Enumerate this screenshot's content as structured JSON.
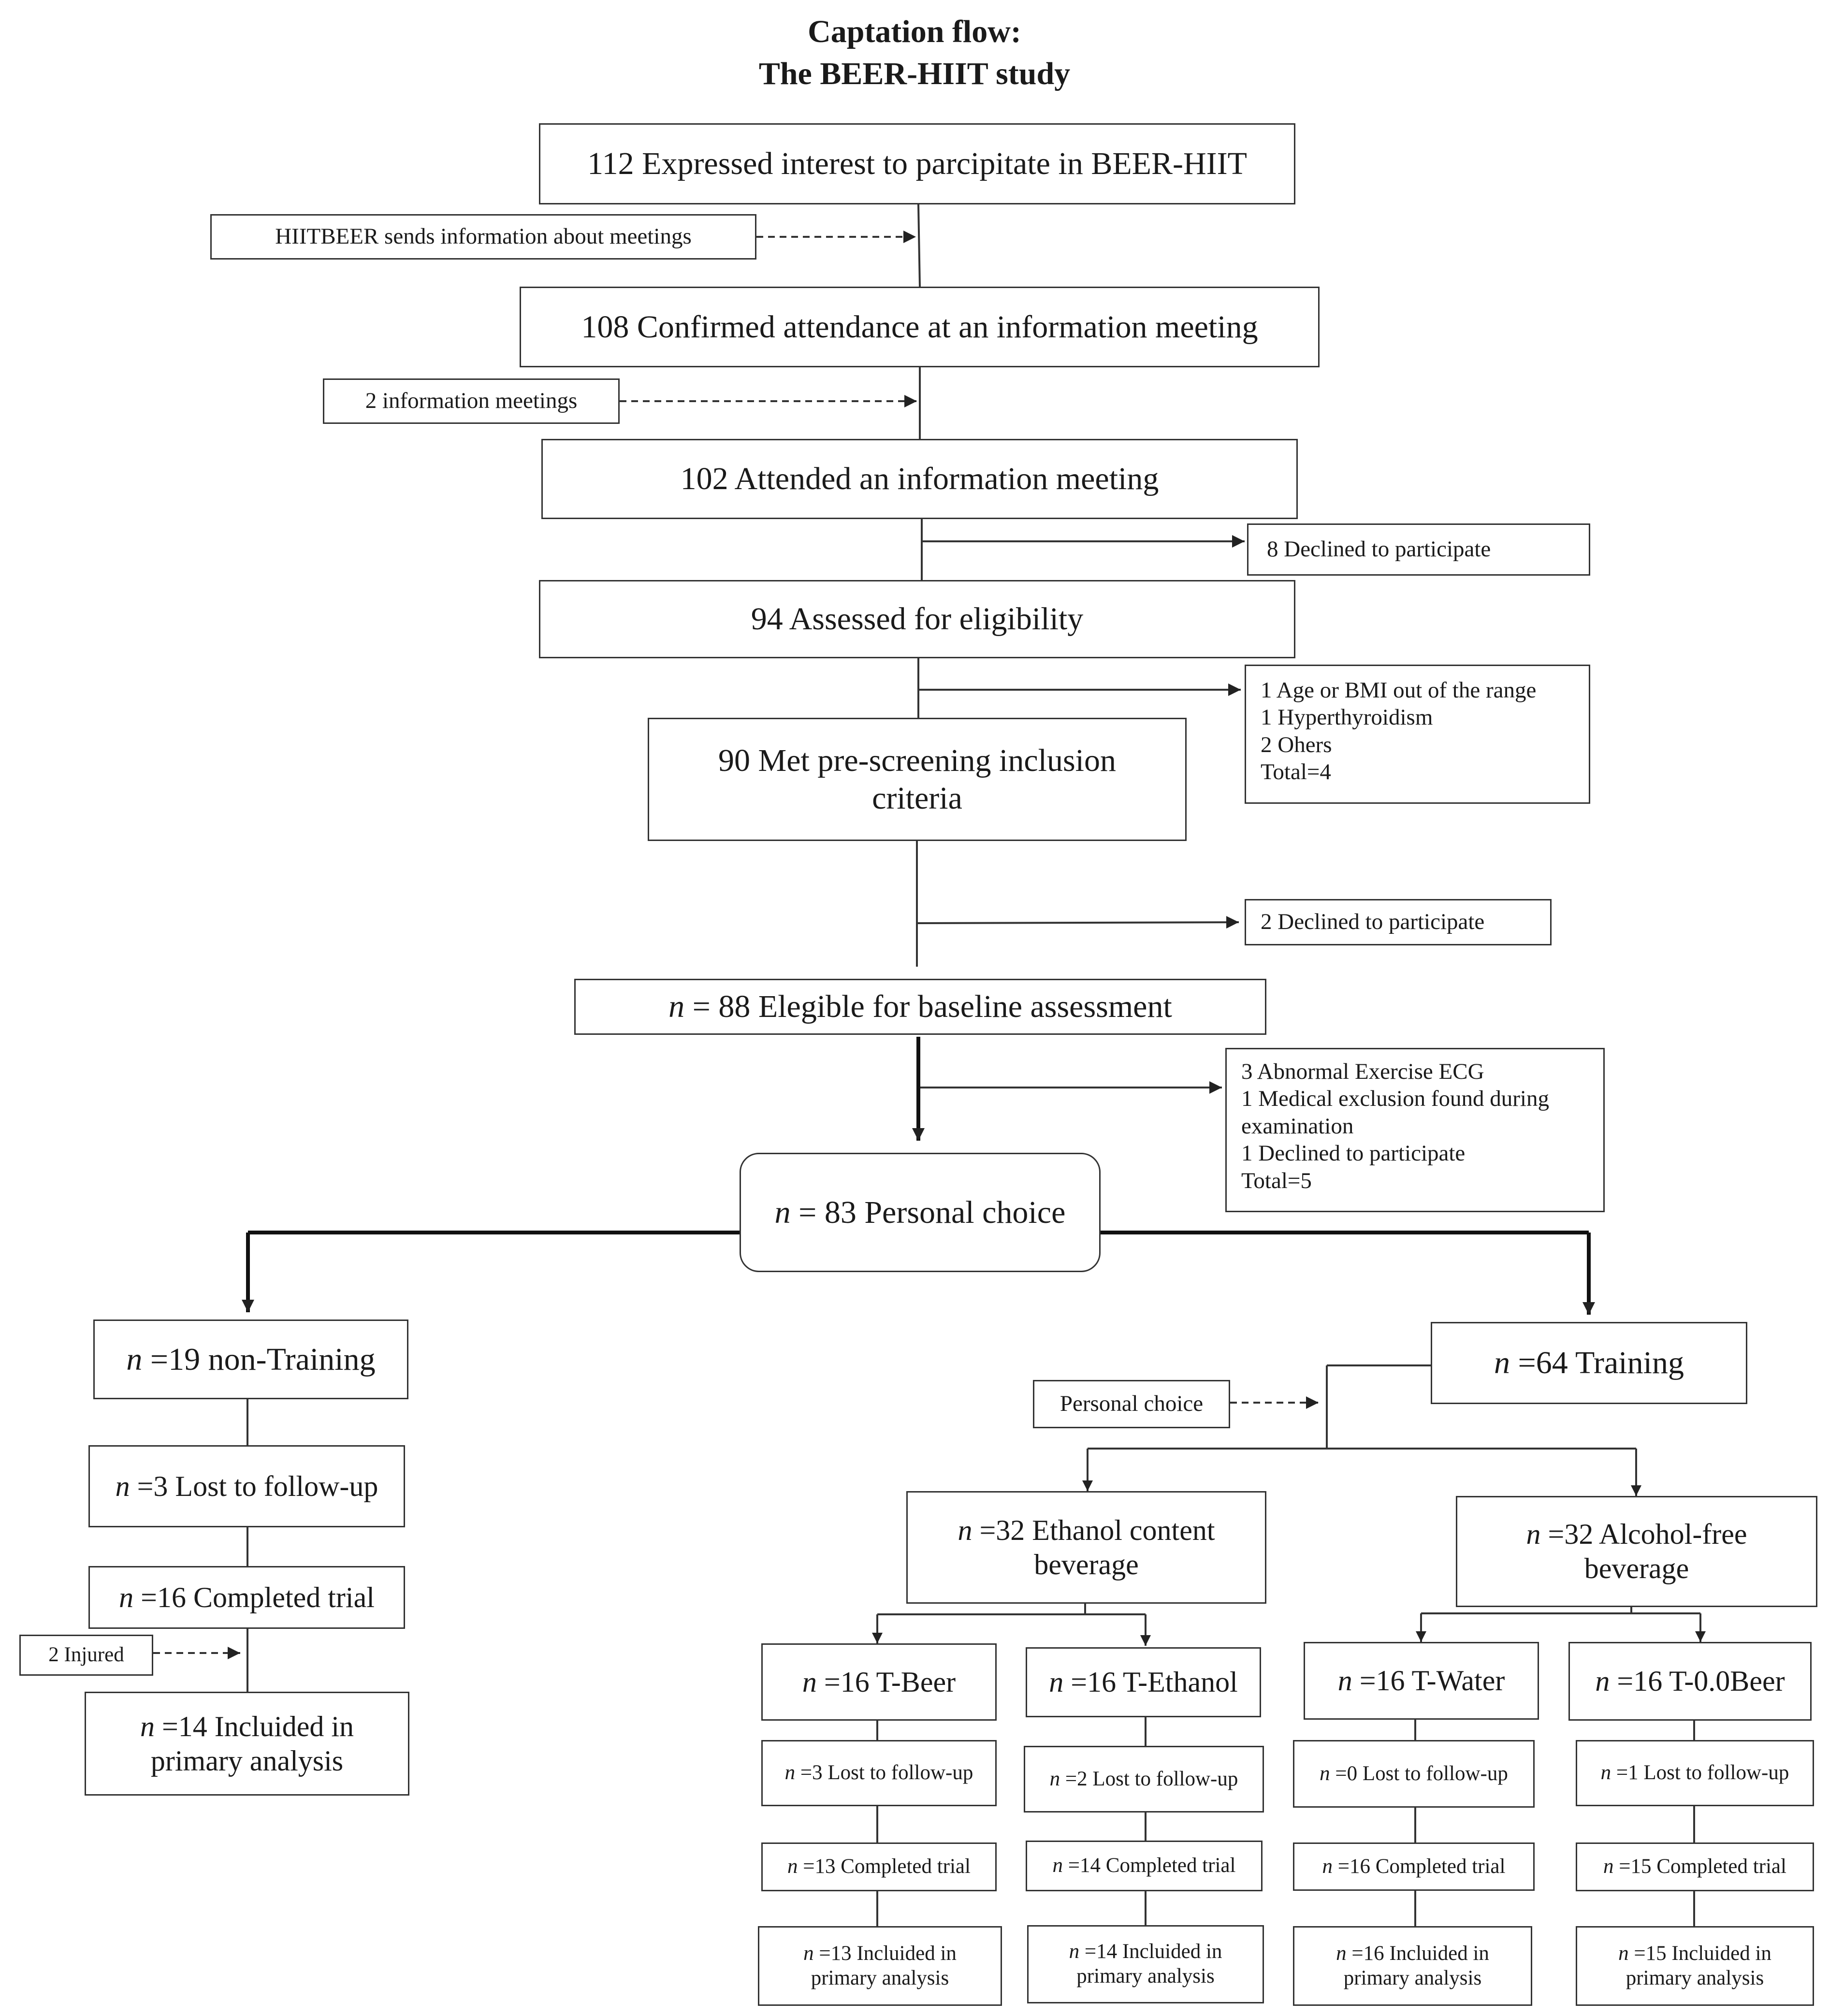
{
  "title": {
    "line1": "Captation flow:",
    "line2": "The BEER-HIIT study"
  },
  "n_symbol": "n",
  "main": {
    "interest": "112 Expressed interest to parcipitate in BEER-HIIT",
    "sends_info": "HIITBEER  sends information about meetings",
    "confirmed": "108 Confirmed attendance at an information meeting",
    "meetings": "2 information meetings",
    "attended": "102 Attended an information meeting",
    "declined8": "8 Declined to participate",
    "assessed": "94 Assessed for eligibility",
    "excluded": [
      "1 Age or BMI out of the range",
      "1 Hyperthyroidism",
      "2 Ohers",
      "Total=4"
    ],
    "met_line1": "90 Met pre-screening inclusion",
    "met_line2": "criteria",
    "declined2": "2 Declined to participate",
    "eligible": "= 88 Elegible for baseline assessment",
    "baseline_excluded": [
      "3 Abnormal  Exercise ECG",
      "1 Medical exclusion found during",
      "examination",
      "1 Declined to participate",
      "Total=5"
    ],
    "choice": "= 83 Personal choice"
  },
  "non_training": {
    "group": "=19 non-Training",
    "lost": "=3 Lost to follow-up",
    "completed": "=16 Completed trial",
    "injured": "2 Injured",
    "included_line1": "=14 Incluided  in",
    "included_line2": "primary  analysis"
  },
  "training": {
    "group": "=64 Training",
    "personal_choice": "Personal choice",
    "ethanol_line1": "=32 Ethanol content",
    "ethanol_line2": "beverage",
    "alcoholfree_line1": "=32 Alcohol-free",
    "alcoholfree_line2": "beverage",
    "arms": [
      {
        "name": "=16 T-Beer",
        "lost": "=3 Lost to follow-up",
        "completed": "=13 Completed  trial",
        "included1": "=13 Incluided  in",
        "included2": "primary  analysis"
      },
      {
        "name": "=16 T-Ethanol",
        "lost": "=2 Lost to follow-up",
        "completed": "=14 Completed  trial",
        "included1": "=14 Incluided  in",
        "included2": "primary  analysis"
      },
      {
        "name": "=16 T-Water",
        "lost": "=0 Lost to follow-up",
        "completed": "=16 Completed  trial",
        "included1": "=16 Incluided  in",
        "included2": "primary  analysis"
      },
      {
        "name": "=16 T-0.0Beer",
        "lost": "=1 Lost to follow-up",
        "completed": "=15 Completed  trial",
        "included1": "=15 Incluided  in",
        "included2": "primary  analysis"
      }
    ]
  }
}
